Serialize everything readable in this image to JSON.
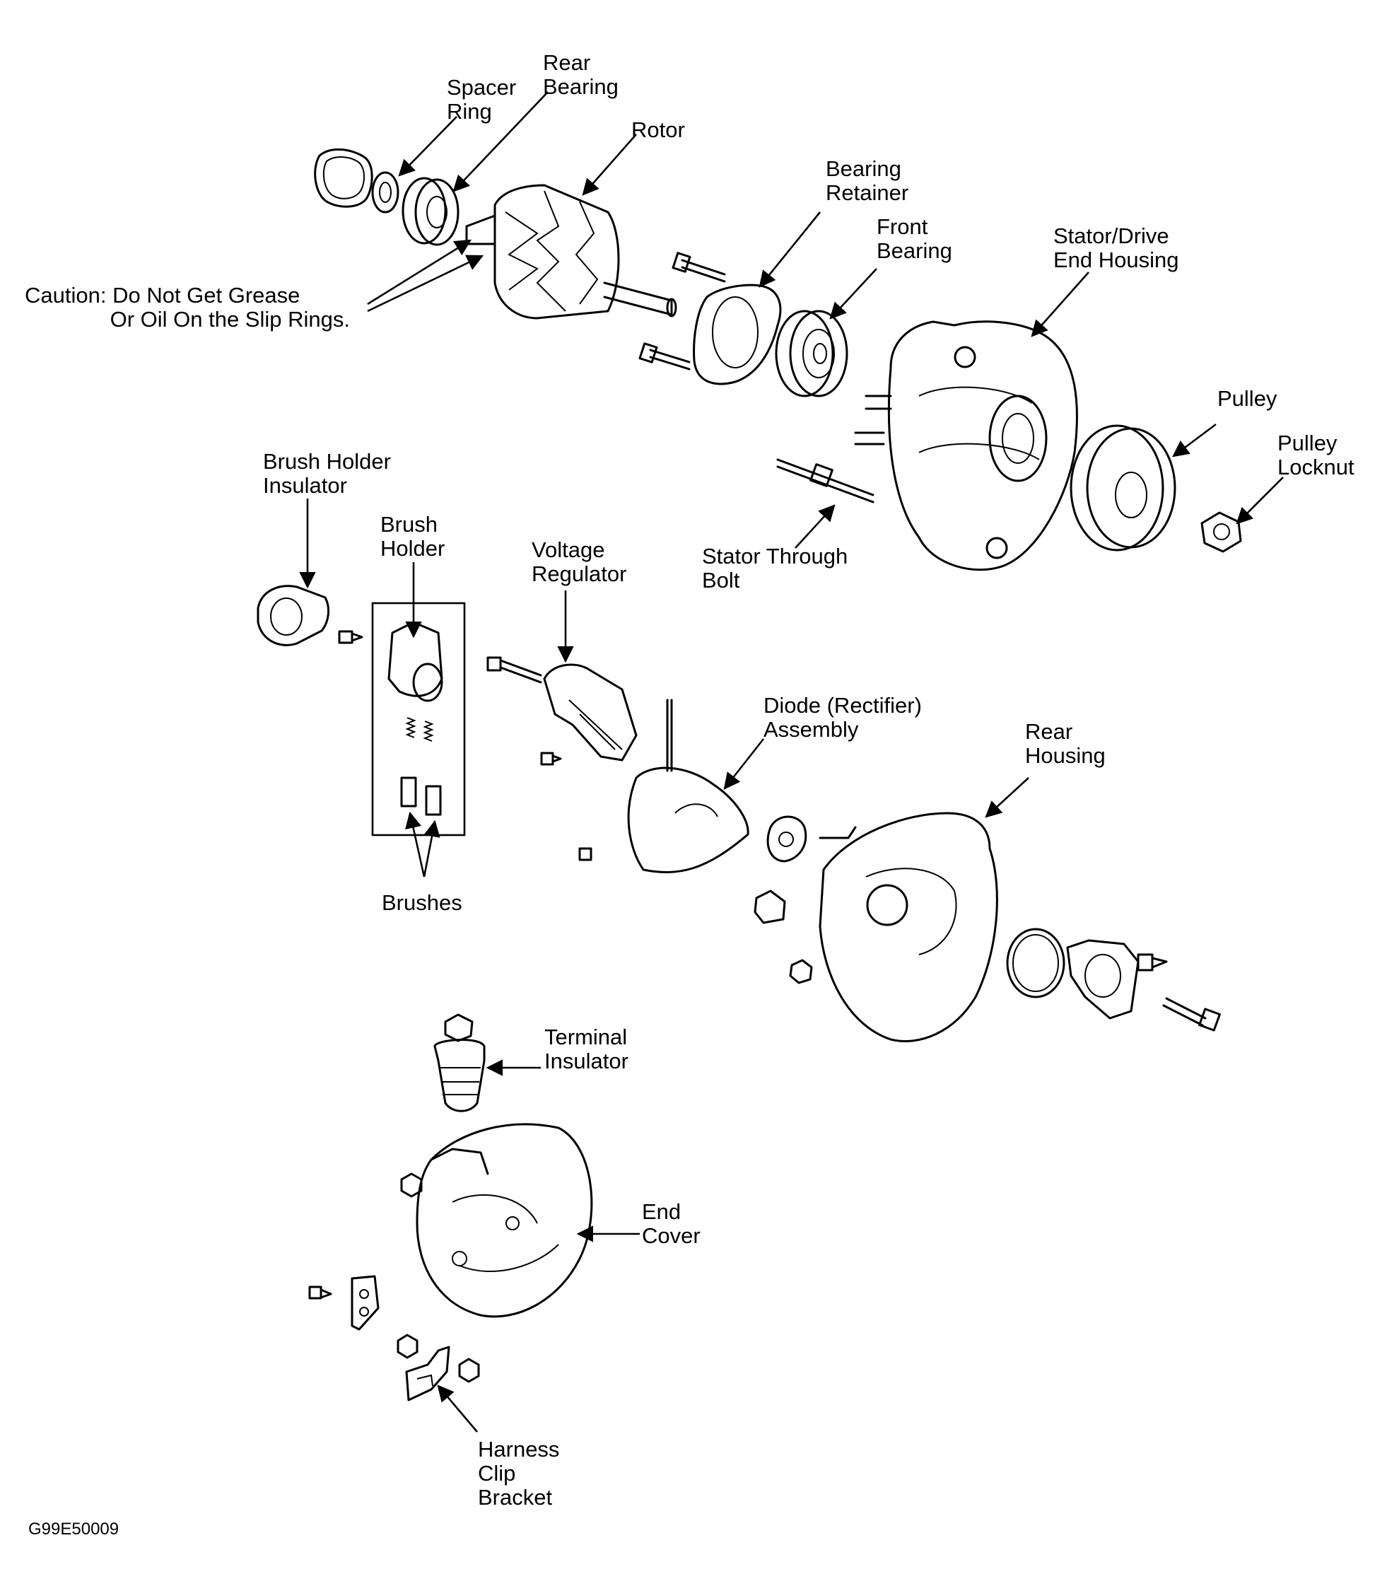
{
  "labels": {
    "spacer_ring": "Spacer\nRing",
    "rear_bearing": "Rear\nBearing",
    "rotor": "Rotor",
    "bearing_retainer": "Bearing\nRetainer",
    "front_bearing": "Front\nBearing",
    "stator_drive_end_housing": "Stator/Drive\nEnd Housing",
    "caution": "Caution: Do Not Get Grease\n              Or Oil On the Slip Rings.",
    "pulley": "Pulley",
    "pulley_locknut": "Pulley\nLocknut",
    "brush_holder_insulator": "Brush Holder\nInsulator",
    "brush_holder": "Brush\nHolder",
    "voltage_regulator": "Voltage\nRegulator",
    "stator_through_bolt": "Stator Through\nBolt",
    "diode_rectifier_assembly": "Diode (Rectifier)\nAssembly",
    "rear_housing": "Rear\nHousing",
    "brushes": "Brushes",
    "terminal_insulator": "Terminal\nInsulator",
    "end_cover": "End\nCover",
    "harness_clip_bracket": "Harness\nClip\nBracket",
    "figure_id": "G99E50009"
  }
}
